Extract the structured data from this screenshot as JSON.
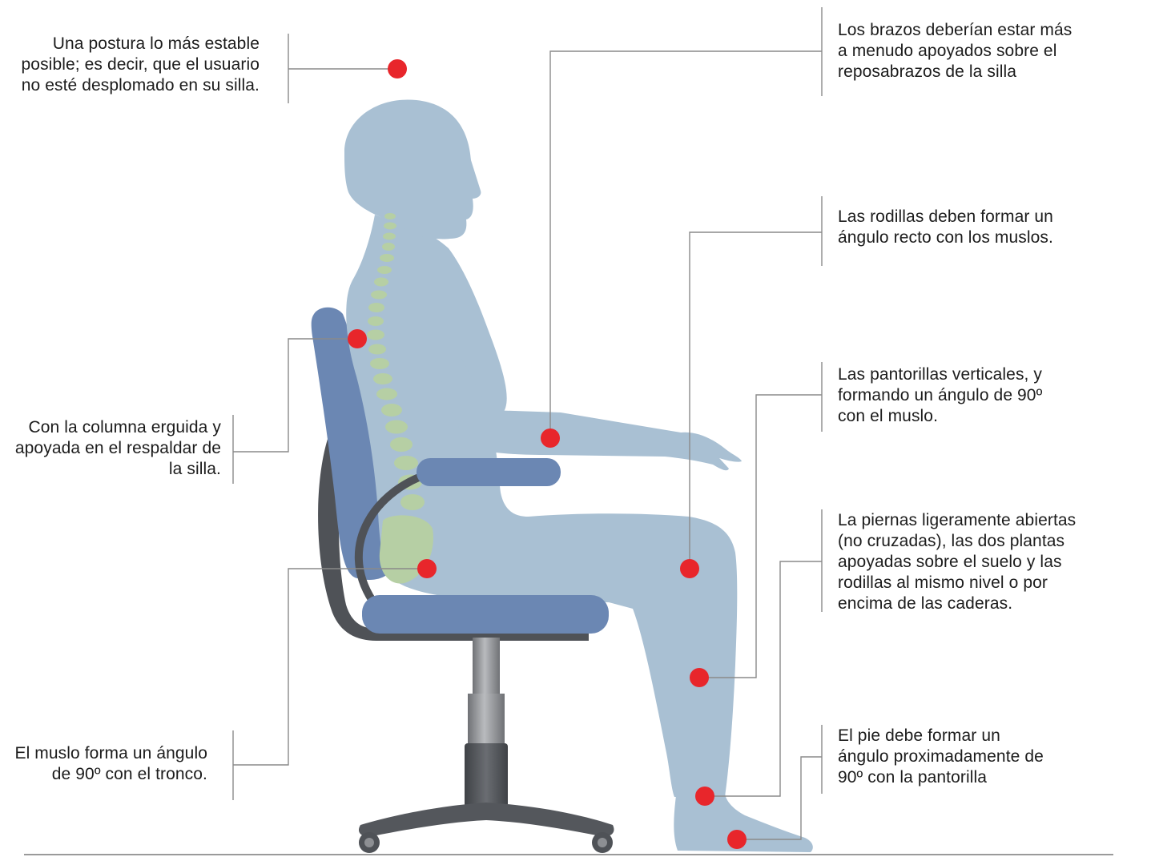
{
  "labels": {
    "head": "Una postura lo más estable\nposible; es decir, que el usuario\nno esté desplomado en su silla.",
    "back": "Con la columna erguida y\napoyada en el respaldar de\nla silla.",
    "thigh": "El muslo forma un ángulo\nde 90º con el tronco.",
    "arms": "Los brazos deberían estar más\na menudo apoyados sobre el\nreposabrazos de la silla",
    "knees": "Las rodillas deben formar un\nángulo recto con los muslos.",
    "calves": "Las pantorillas verticales, y\nformando un ángulo de 90º\ncon el muslo.",
    "legs": "La piernas ligeramente abiertas\n(no cruzadas), las dos plantas\napoyadas sobre el suelo y las\nrodillas al mismo nivel o por\nencima de las caderas.",
    "foot": "El pie debe formar un\nángulo proximadamente de\n90º con la pantorilla"
  },
  "colors": {
    "body": "#a9c0d3",
    "spine": "#b6cfa4",
    "chair_fabric": "#6b87b3",
    "chair_dark": "#4f5257",
    "chair_metal": "#8d8f93",
    "marker": "#e8262b",
    "leader_line": "#8a8a8a"
  }
}
